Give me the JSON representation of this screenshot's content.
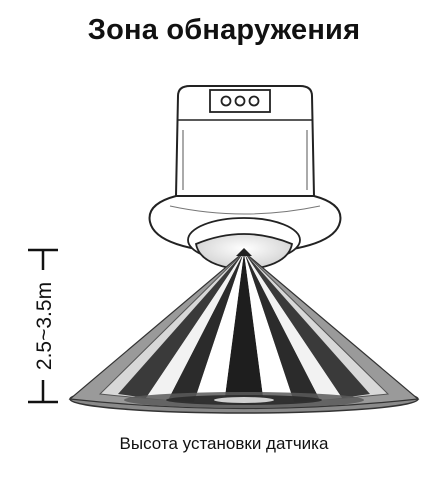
{
  "title": "Зона обнаружения",
  "height_label": "2.5~3.5m",
  "caption": "Высота установки датчика"
}
